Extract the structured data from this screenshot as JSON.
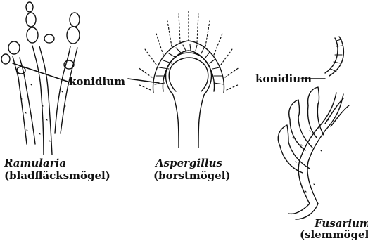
{
  "figure": {
    "label_konidium": "konidium",
    "specimens": [
      {
        "genus": "Ramularia",
        "common": "(bladfläcksmögel)"
      },
      {
        "genus": "Aspergillus",
        "common": "(borstmögel)"
      },
      {
        "genus": "Fusarium",
        "common": "(slemmögel)"
      }
    ]
  }
}
